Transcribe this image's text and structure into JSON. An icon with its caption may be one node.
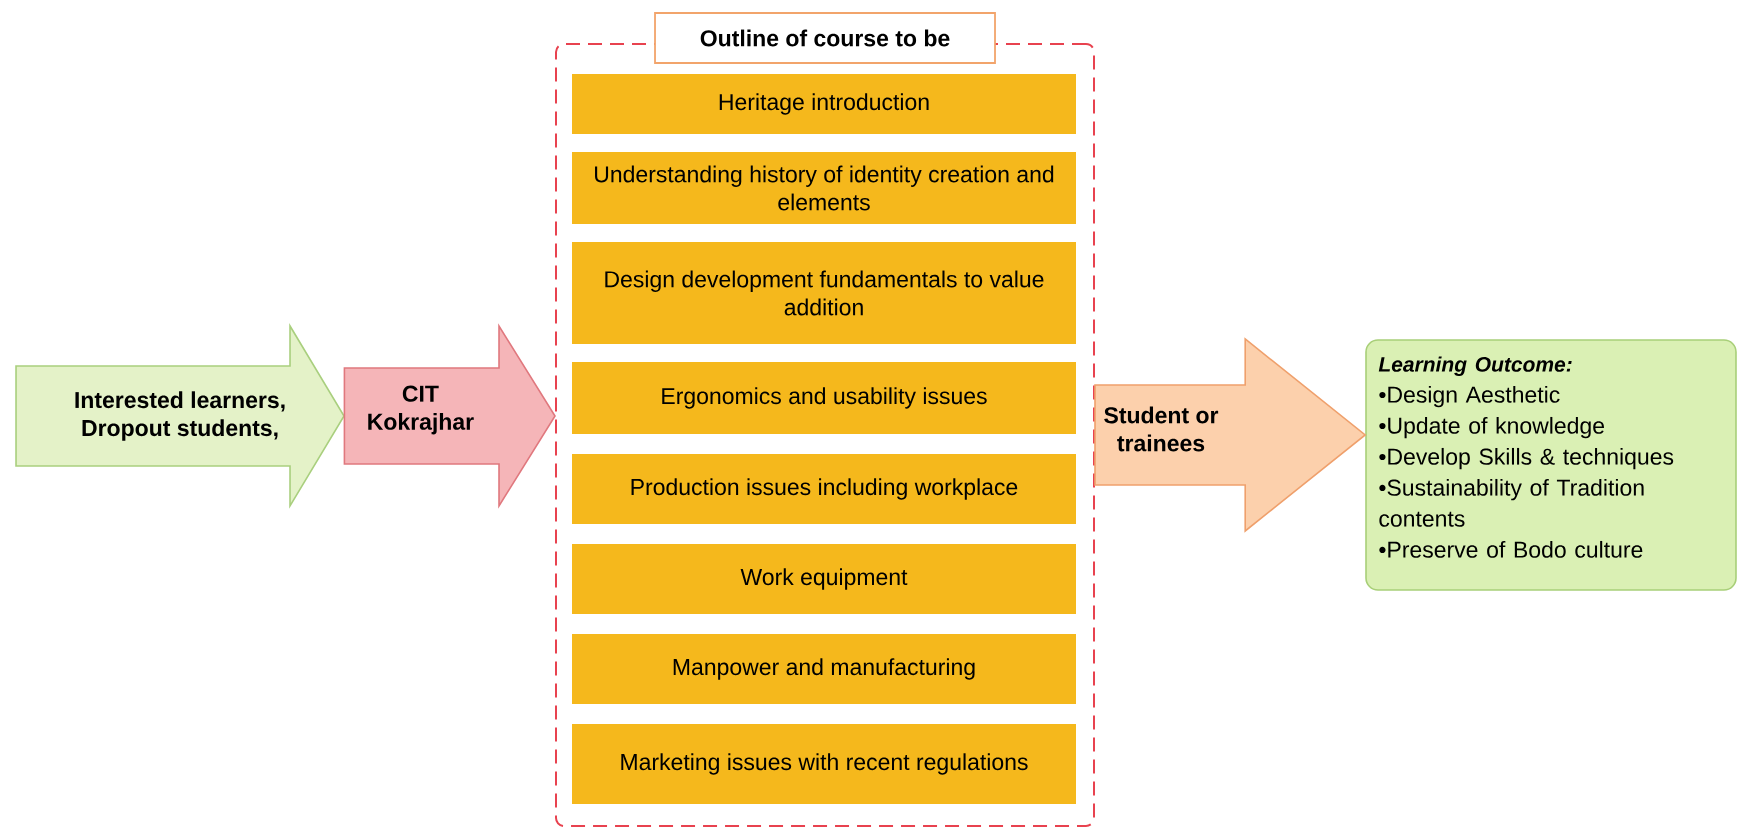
{
  "diagram": {
    "nodes": [
      {
        "text": [
          "Interested learners, Dropout students,"
        ]
      },
      {
        "text": [
          "Outline of course to be"
        ]
      },
      {
        "text": [
          "Heritage introduction"
        ],
        "in": 1
      },
      {
        "text": [
          "Understanding history of identity creation and elements"
        ],
        "in": 1
      },
      {
        "text": [
          "Design development fundamentals to value addition"
        ],
        "in": 1
      },
      {
        "text": [
          "Ergonomics and usability issues"
        ],
        "in": 1
      },
      {
        "text": [
          "Production issues including workplace"
        ],
        "in": 1
      },
      {
        "text": [
          "Work equipment"
        ],
        "in": 1
      },
      {
        "text": [
          "Manpower and manufacturing"
        ],
        "in": 1
      },
      {
        "text": [
          "Marketing issues with recent regulations"
        ],
        "in": 1
      },
      {
        "text": [
          "Learning Outcome:",
          "•Design Aesthetic",
          "•Update of knowledge",
          "•Develop Skills & techniques",
          "•Sustainability of Tradition contents",
          "•Preserve of Bodo culture"
        ]
      }
    ],
    "edges": [
      {
        "from": 0,
        "to": 1,
        "arrow": "to",
        "label": "CIT Kokrajhar",
        "color": "#f5b5b8"
      },
      {
        "from": 1,
        "to": 10,
        "arrow": "to",
        "label": "Student or trainees",
        "color": "#fcd0ac"
      }
    ]
  }
}
